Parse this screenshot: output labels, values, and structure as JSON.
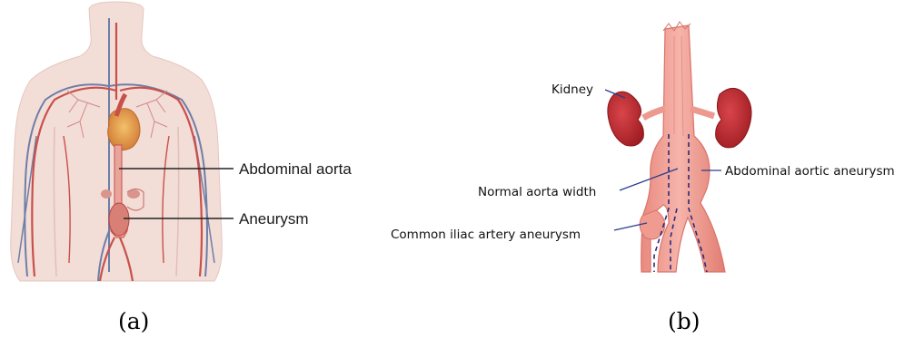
{
  "panel_a": {
    "labels": {
      "abdominal_aorta": "Abdominal aorta",
      "aneurysm": "Aneurysm"
    },
    "caption": "(a)"
  },
  "panel_b": {
    "labels": {
      "kidney": "Kidney",
      "normal_width": "Normal aorta width",
      "aaa": "Abdominal aortic aneurysm",
      "iliac": "Common iliac artery aneurysm"
    },
    "caption": "(b)"
  },
  "colors": {
    "body_fill": "#f2dcd6",
    "artery": "#c9504a",
    "vein": "#6e7ea8",
    "vessel_pink": "#eea49a",
    "kidney": "#b8242a",
    "dash": "#2a2a7a"
  }
}
